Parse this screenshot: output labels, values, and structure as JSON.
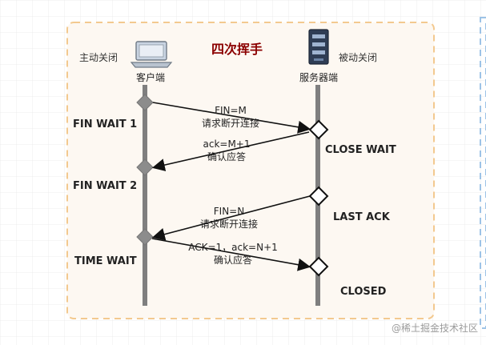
{
  "diagram": {
    "title": "四次挥手",
    "watermark": "@稀土掘金技术社区",
    "client": {
      "label": "客户端",
      "role_label": "主动关闭"
    },
    "server": {
      "label": "服务器端",
      "role_label": "被动关闭"
    },
    "client_states": [
      "FIN WAIT 1",
      "FIN WAIT 2",
      "TIME WAIT"
    ],
    "server_states": [
      "CLOSE WAIT",
      "LAST ACK",
      "CLOSED"
    ],
    "messages": [
      {
        "line1": "FIN=M",
        "line2": "请求断开连接",
        "direction": "client-to-server"
      },
      {
        "line1": "ack=M+1",
        "line2": "确认应答",
        "direction": "server-to-client"
      },
      {
        "line1": "FIN=N",
        "line2": "请求断开连接",
        "direction": "server-to-client"
      },
      {
        "line1": "ACK=1，ack=N+1",
        "line2": "确认应答",
        "direction": "client-to-server"
      }
    ],
    "colors": {
      "grid": "#ececec",
      "frame": "#f3c98f",
      "frame_fill": "#fdf8f2",
      "timeline": "#7f7f7f",
      "client_node": "#8c8c8c",
      "arrow": "#111111",
      "title": "#8b0000",
      "side_panel": "#9dc3e6"
    }
  }
}
